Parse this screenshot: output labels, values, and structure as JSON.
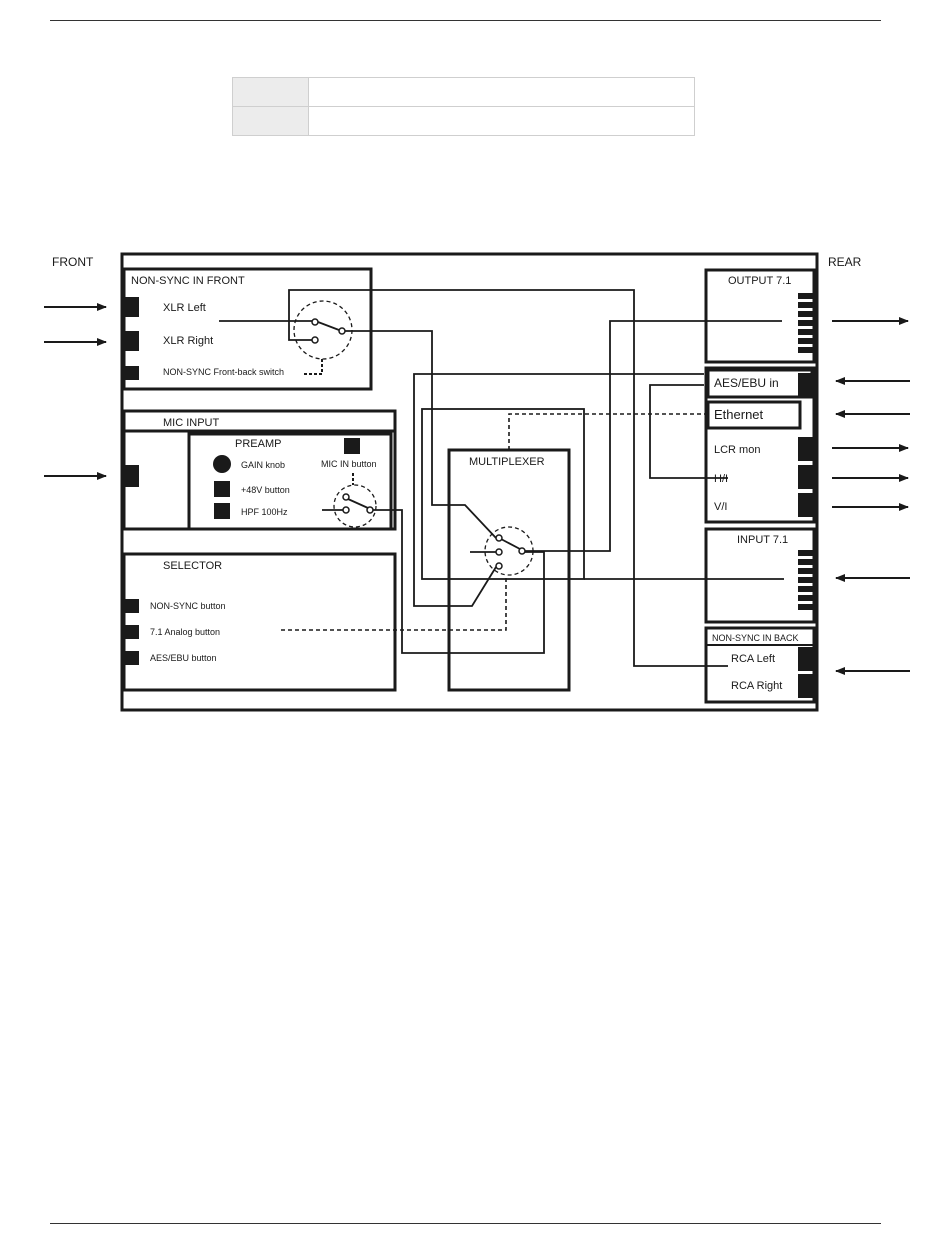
{
  "side_labels": {
    "front": "FRONT",
    "rear": "REAR"
  },
  "nonsync_front": {
    "title": "NON-SYNC IN FRONT",
    "xlr_left": "XLR Left",
    "xlr_right": "XLR Right",
    "switch": "NON-SYNC Front-back switch"
  },
  "mic_input": {
    "title": "MIC INPUT",
    "preamp": "PREAMP",
    "gain": "GAIN knob",
    "phantom": "+48V button",
    "hpf": "HPF 100Hz",
    "mic_in_button": "MIC IN button"
  },
  "selector": {
    "title": "SELECTOR",
    "nonsync_button": "NON-SYNC button",
    "analog_button": "7.1 Analog button",
    "aes_button": "AES/EBU button"
  },
  "multiplexer": {
    "title": "MULTIPLEXER"
  },
  "rear": {
    "output": "OUTPUT 7.1",
    "aes_in": "AES/EBU in",
    "ethernet": "Ethernet",
    "lcr_mon": "LCR mon",
    "hi": "H/I",
    "vi": "V/I",
    "input": "INPUT 7.1",
    "nonsync_back": "NON-SYNC IN BACK",
    "rca_left": "RCA Left",
    "rca_right": "RCA Right"
  },
  "colors": {
    "line": "#1a1a1a",
    "table_shade": "#ececec",
    "table_border": "#cfcfcf"
  }
}
